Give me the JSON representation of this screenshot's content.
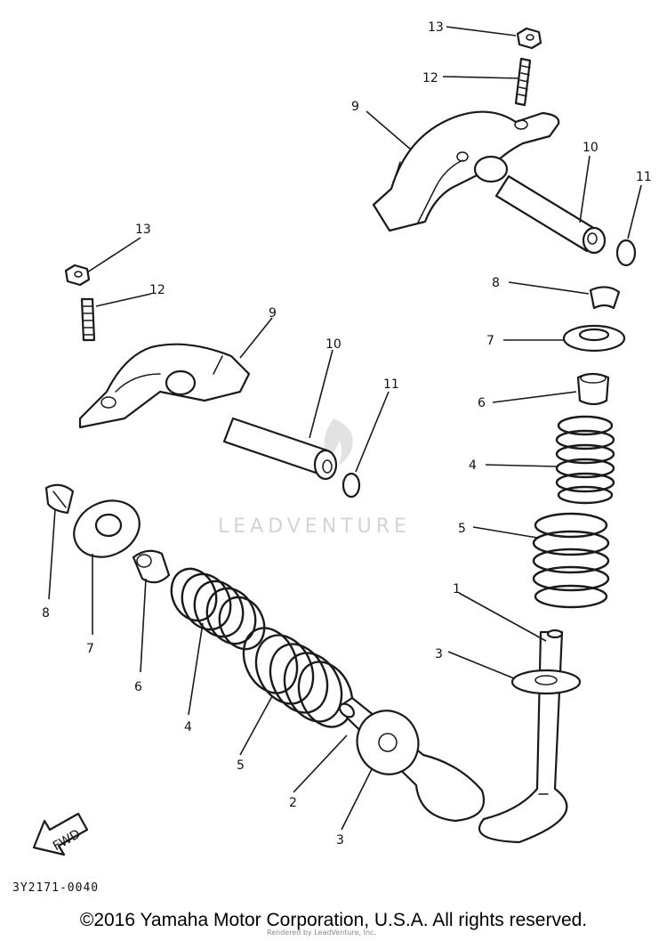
{
  "watermark": {
    "text": "LEADVENTURE"
  },
  "reference_code": "3Y2171-0040",
  "fwd_label": "FWD",
  "copyright": "©2016 Yamaha Motor Corporation, U.S.A. All rights reserved.",
  "small_credit": "Rendered by LeadVenture, Inc.",
  "callouts": {
    "c1": "13",
    "c2": "12",
    "c3": "9",
    "c4": "10",
    "c5": "11",
    "c6": "13",
    "c7": "12",
    "c8": "9",
    "c9": "10",
    "c10": "11",
    "c11": "8",
    "c12": "7",
    "c13": "6",
    "c14": "4",
    "c15": "5",
    "c16": "1",
    "c17": "3",
    "c18": "8",
    "c19": "7",
    "c20": "6",
    "c21": "4",
    "c22": "5",
    "c23": "2",
    "c24": "3"
  }
}
